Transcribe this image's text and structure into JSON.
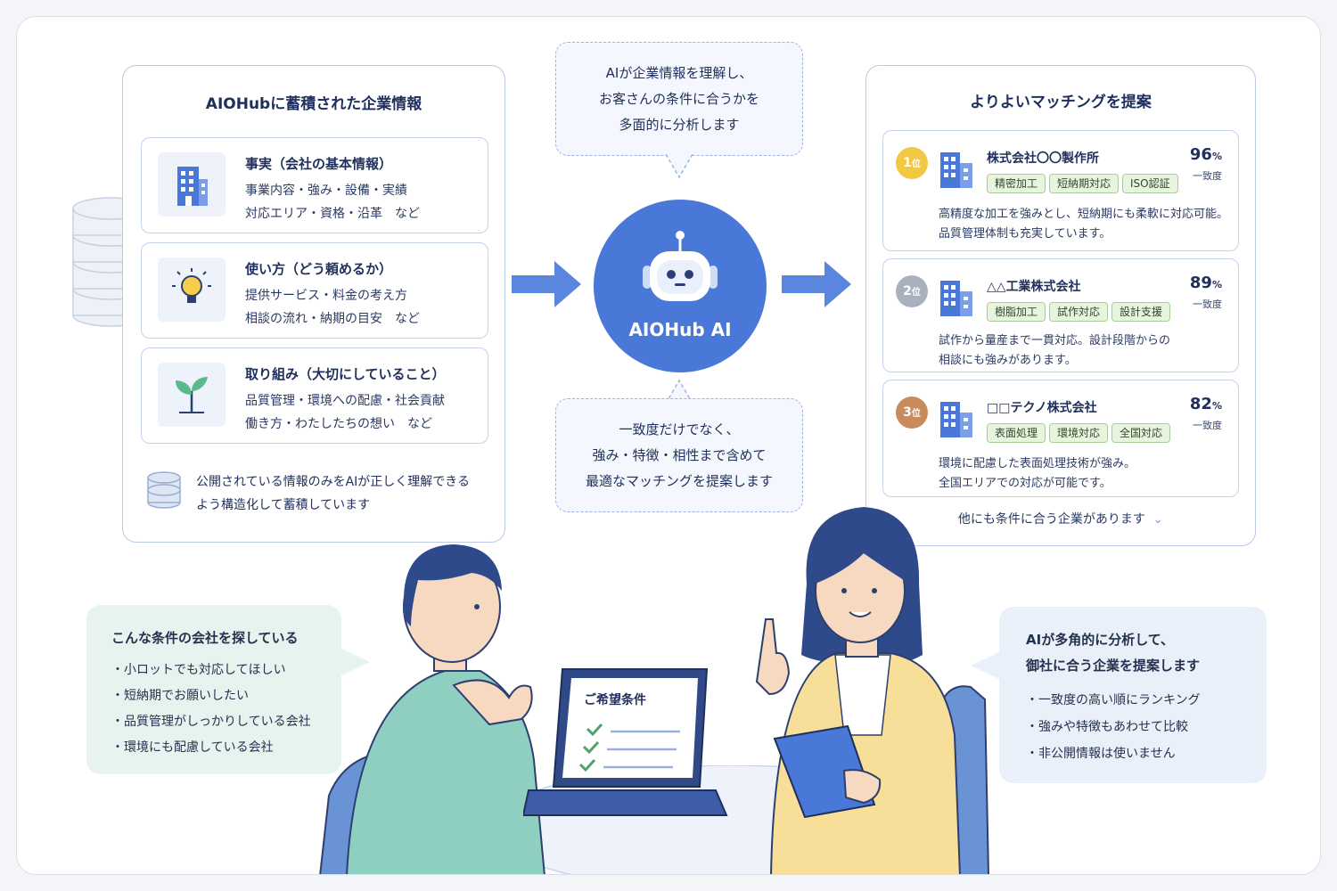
{
  "left_panel": {
    "title": "AIOHubに蓄積された企業情報",
    "cards": [
      {
        "title": "事実（会社の基本情報）",
        "line1": "事業内容・強み・設備・実績",
        "line2": "対応エリア・資格・沿革　など",
        "icon": "building-icon"
      },
      {
        "title": "使い方（どう頼めるか）",
        "line1": "提供サービス・料金の考え方",
        "line2": "相談の流れ・納期の目安　など",
        "icon": "lightbulb-icon"
      },
      {
        "title": "取り組み（大切にしていること）",
        "line1": "品質管理・環境への配慮・社会貢献",
        "line2": "働き方・わたしたちの想い　など",
        "icon": "sprout-icon"
      }
    ],
    "note_line1": "公開されている情報のみをAIが正しく理解できる",
    "note_line2": "よう構造化して蓄積しています"
  },
  "top_bubble": {
    "line1": "AIが企業情報を理解し、",
    "line2": "お客さんの条件に合うかを",
    "line3": "多面的に分析します"
  },
  "ai": {
    "label": "AIOHub AI"
  },
  "bottom_bubble": {
    "line1": "一致度だけでなく、",
    "line2": "強み・特徴・相性まで含めて",
    "line3": "最適なマッチングを提案します"
  },
  "right_panel": {
    "title": "よりよいマッチングを提案",
    "match_label": "一致度",
    "ranks": [
      {
        "rank_num": "1",
        "rank_suffix": "位",
        "name": "株式会社〇〇製作所",
        "pct": "96",
        "pct_unit": "%",
        "tags": [
          "精密加工",
          "短納期対応",
          "ISO認証"
        ],
        "desc1": "高精度な加工を強みとし、短納期にも柔軟に対応可能。",
        "desc2": "品質管理体制も充実しています。",
        "badge_color": "#f2c744"
      },
      {
        "rank_num": "2",
        "rank_suffix": "位",
        "name": "△△工業株式会社",
        "pct": "89",
        "pct_unit": "%",
        "tags": [
          "樹脂加工",
          "試作対応",
          "設計支援"
        ],
        "desc1": "試作から量産まで一貫対応。設計段階からの",
        "desc2": "相談にも強みがあります。",
        "badge_color": "#a9b1bf"
      },
      {
        "rank_num": "3",
        "rank_suffix": "位",
        "name": "□□テクノ株式会社",
        "pct": "82",
        "pct_unit": "%",
        "tags": [
          "表面処理",
          "環境対応",
          "全国対応"
        ],
        "desc1": "環境に配慮した表面処理技術が強み。",
        "desc2": "全国エリアでの対応が可能です。",
        "badge_color": "#c98a5c"
      }
    ],
    "more": "他にも条件に合う企業があります"
  },
  "customer_bubble": {
    "title": "こんな条件の会社を探している",
    "items": [
      "・小ロットでも対応してほしい",
      "・短納期でお願いしたい",
      "・品質管理がしっかりしている会社",
      "・環境にも配慮している会社"
    ]
  },
  "laptop": {
    "title": "ご希望条件"
  },
  "advisor_bubble": {
    "line1": "AIが多角的に分析して、",
    "line2": "御社に合う企業を提案します",
    "items": [
      "・一致度の高い順にランキング",
      "・強みや特徴もあわせて比較",
      "・非公開情報は使いません"
    ]
  },
  "colors": {
    "accent": "#4a78d8",
    "panel_border": "#b9c8e8",
    "green_bubble": "#e6f3ef",
    "blue_bubble": "#eaf0fa"
  }
}
